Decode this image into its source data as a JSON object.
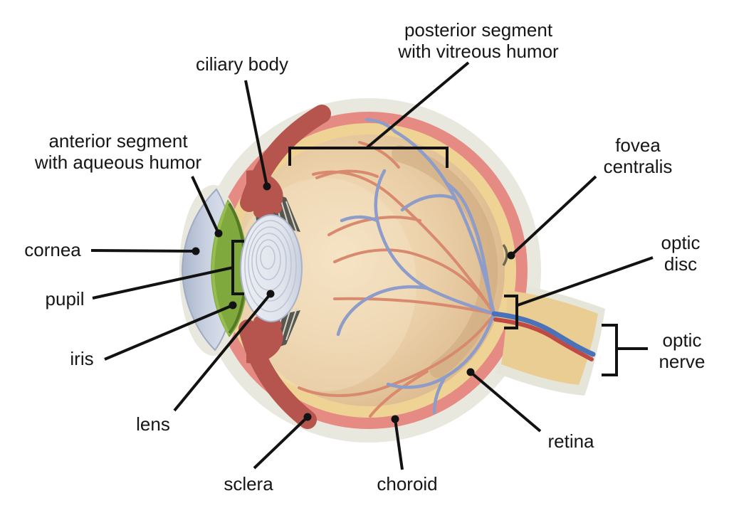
{
  "diagram": {
    "subject": "human eye cross-section",
    "labels": {
      "ciliary_body": {
        "text": "ciliary body"
      },
      "posterior_segment": {
        "text": "posterior segment\nwith vitreous humor"
      },
      "anterior_segment": {
        "text": "anterior segment\nwith aqueous humor"
      },
      "cornea": {
        "text": "cornea"
      },
      "pupil": {
        "text": "pupil"
      },
      "iris": {
        "text": "iris"
      },
      "lens": {
        "text": "lens"
      },
      "sclera": {
        "text": "sclera"
      },
      "choroid": {
        "text": "choroid"
      },
      "retina": {
        "text": "retina"
      },
      "fovea_centralis": {
        "text": "fovea\ncentralis"
      },
      "optic_disc": {
        "text": "optic\ndisc"
      },
      "optic_nerve": {
        "text": "optic\nnerve"
      }
    },
    "colors": {
      "sclera": "#e9e8de",
      "choroid": "#e58b84",
      "retina": "#eed394",
      "ciliary_body": "#b6554d",
      "iris": "#7fa93c",
      "iris_edge": "#4e7023",
      "lens": "#e2e5ec",
      "lens_ring": "#bec6d6",
      "cornea_edge": "#b3bdd1",
      "cornea_inner": "#dfe4ee",
      "vessel_red": "#d8896e",
      "vessel_blue": "#8e9cc9",
      "nerve_sheath": "#e6e5da",
      "nerve_fill": "#e9cd92",
      "nerve_core_blue": "#4a72b8",
      "nerve_core_red": "#bf4a44",
      "zonule_dark": "#57564f",
      "zonule_fiber": "#d6d5cc",
      "fovea_notch": "#6b6a50",
      "label_text": "#161616",
      "leader_line": "#121212"
    }
  }
}
